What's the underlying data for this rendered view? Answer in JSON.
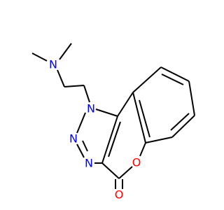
{
  "molecule": {
    "atoms": {
      "n_amine": {
        "symbol": "N",
        "color": "#0000ff"
      },
      "n1": {
        "symbol": "N",
        "color": "#0000ff"
      },
      "n2": {
        "symbol": "N",
        "color": "#0000ff"
      },
      "n3": {
        "symbol": "N",
        "color": "#0000ff"
      },
      "o_ring": {
        "symbol": "O",
        "color": "#ff0000"
      },
      "o_carbonyl": {
        "symbol": "O",
        "color": "#ff0000"
      }
    },
    "bond_color": "#000000"
  }
}
